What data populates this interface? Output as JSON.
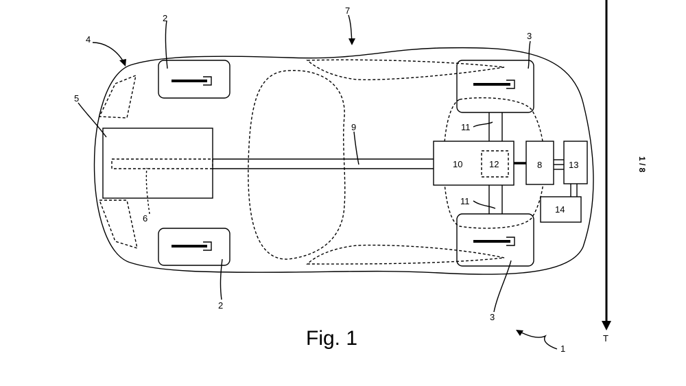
{
  "figure": {
    "caption": "Fig. 1",
    "sheet": "1 / 8",
    "axis_label": "T"
  },
  "references": {
    "r1": "1",
    "r2_front_left": "2",
    "r2_front_right": "2",
    "r3_rear_left": "3",
    "r3_rear_right": "3",
    "r4": "4",
    "r5": "5",
    "r6": "6",
    "r7": "7",
    "r9": "9",
    "r11_top": "11",
    "r11_bottom": "11"
  },
  "blocks": {
    "b10": "10",
    "b12": "12",
    "b8": "8",
    "b13": "13",
    "b14": "14"
  }
}
